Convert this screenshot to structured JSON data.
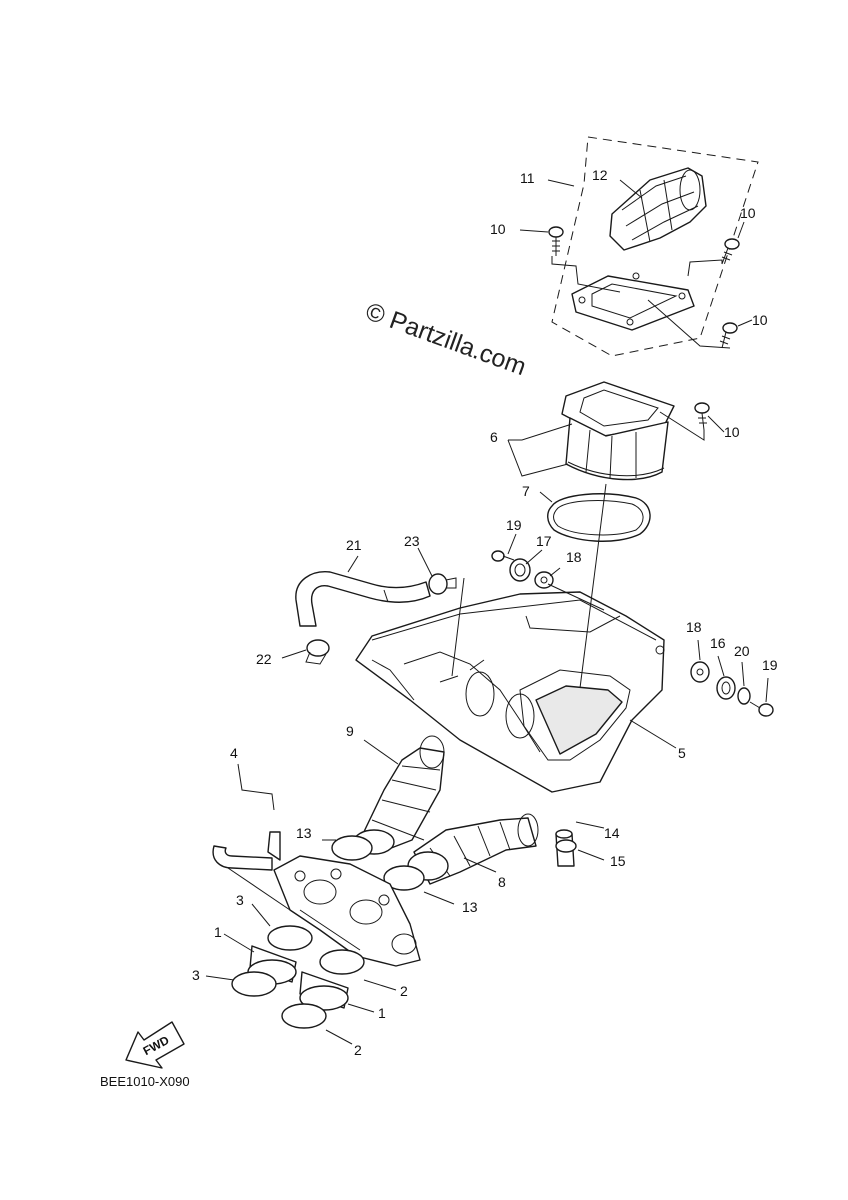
{
  "watermark": "© Partzilla.com",
  "diagram_code": "BEE1010-X090",
  "forward_label": "FWD",
  "callouts": {
    "c1a": "1",
    "c1b": "1",
    "c2a": "2",
    "c2b": "2",
    "c3a": "3",
    "c3b": "3",
    "c4": "4",
    "c5": "5",
    "c6": "6",
    "c7": "7",
    "c8": "8",
    "c9": "9",
    "c10a": "10",
    "c10b": "10",
    "c10c": "10",
    "c10d": "10",
    "c11": "11",
    "c12": "12",
    "c13a": "13",
    "c13b": "13",
    "c14": "14",
    "c15": "15",
    "c16": "16",
    "c17": "17",
    "c18a": "18",
    "c18b": "18",
    "c19a": "19",
    "c19b": "19",
    "c20": "20",
    "c21": "21",
    "c22": "22",
    "c23": "23"
  }
}
